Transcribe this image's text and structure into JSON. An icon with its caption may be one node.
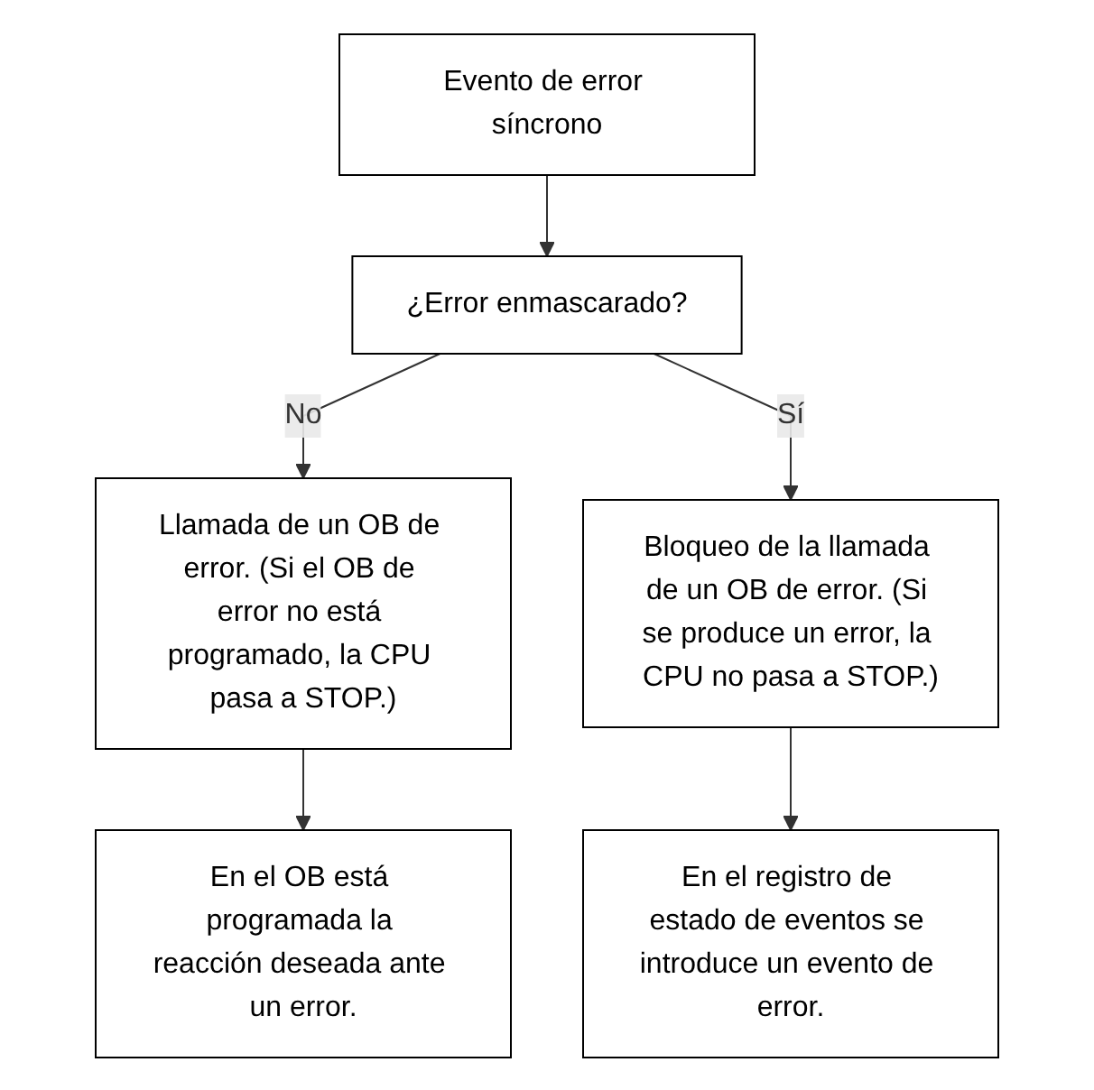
{
  "diagram": {
    "nodes": [
      {
        "text": [
          "Evento de error síncrono"
        ]
      },
      {
        "text": [
          "¿Error enmascarado?"
        ]
      },
      {
        "text": [
          "Llamada de un OB de error. (Si el OB de error no está programado, la CPU pasa a STOP.)"
        ]
      },
      {
        "text": [
          "Bloqueo de la llamada de un OB de error. (Si se produce un error, la CPU no pasa a STOP.)"
        ]
      },
      {
        "text": [
          "En el OB está programada la reacción deseada ante un error."
        ]
      },
      {
        "text": [
          "En el registro de estado de eventos se introduce un evento de error."
        ]
      }
    ],
    "edges": [
      {
        "from": 0,
        "to": 1,
        "arrow": "to"
      },
      {
        "from": 1,
        "to": 2,
        "arrow": "to",
        "label": "No"
      },
      {
        "from": 1,
        "to": 3,
        "arrow": "to",
        "label": "Sí"
      },
      {
        "from": 2,
        "to": 4,
        "arrow": "to"
      },
      {
        "from": 3,
        "to": 5,
        "arrow": "to"
      }
    ]
  }
}
